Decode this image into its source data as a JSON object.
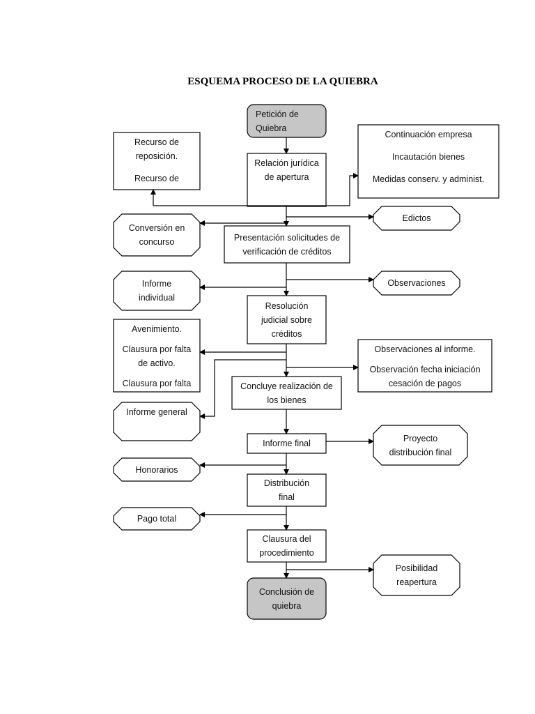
{
  "title": "ESQUEMA PROCESO DE LA QUIEBRA",
  "colors": {
    "start_end_fill": "#c6c6c6",
    "stroke": "#000000"
  },
  "nodes": {
    "peticion": [
      "Petición de",
      "Quiebra"
    ],
    "relacion": [
      "Relación jurídica",
      "de apertura"
    ],
    "recurso": [
      "Recurso de",
      "reposición.",
      "",
      "Recurso de"
    ],
    "continuacion": [
      "Continuación empresa",
      "",
      "Incautación bienes",
      "",
      "Medidas conserv. y administ."
    ],
    "edictos": [
      "Edictos"
    ],
    "conversion": [
      "Conversión en",
      "concurso"
    ],
    "presentacion": [
      "Presentación solicitudes de",
      "verificación de créditos"
    ],
    "informe_individual": [
      "Informe",
      "individual"
    ],
    "observaciones": [
      "Observaciones"
    ],
    "resolucion": [
      "Resolución",
      "judicial sobre",
      "créditos"
    ],
    "avenimiento": [
      "Avenimiento.",
      "",
      "Clausura por falta",
      "de activo.",
      "",
      "Clausura por falta"
    ],
    "obs_informe": [
      "Observaciones al informe.",
      "",
      "Observación fecha iniciación",
      "cesación de pagos"
    ],
    "concluye": [
      "Concluye realización de",
      "los bienes"
    ],
    "informe_general": [
      "Informe general"
    ],
    "informe_final": [
      "Informe final"
    ],
    "proyecto": [
      "Proyecto",
      "distribución final"
    ],
    "honorarios": [
      "Honorarios"
    ],
    "distribucion": [
      "Distribución",
      "final"
    ],
    "pago_total": [
      "Pago total"
    ],
    "clausura": [
      "Clausura del",
      "procedimiento"
    ],
    "posibilidad": [
      "Posibilidad",
      "reapertura"
    ],
    "conclusion": [
      "Conclusión de",
      "quiebra"
    ]
  }
}
